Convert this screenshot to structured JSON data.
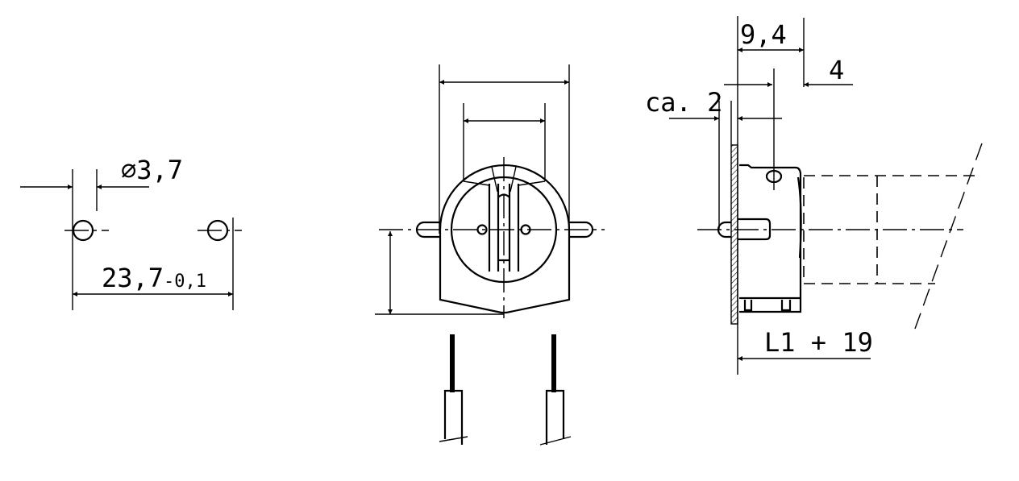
{
  "drawing": {
    "hole_view": {
      "diameter_label": "∅3,7",
      "spacing_label": "23,7",
      "tolerance_label": "-0,1"
    },
    "side_view": {
      "depth_label": "9,4",
      "offset_label": "4",
      "plate_label": "ca. 2",
      "length_label": "L1 + 19"
    },
    "line_color": "#000000"
  }
}
